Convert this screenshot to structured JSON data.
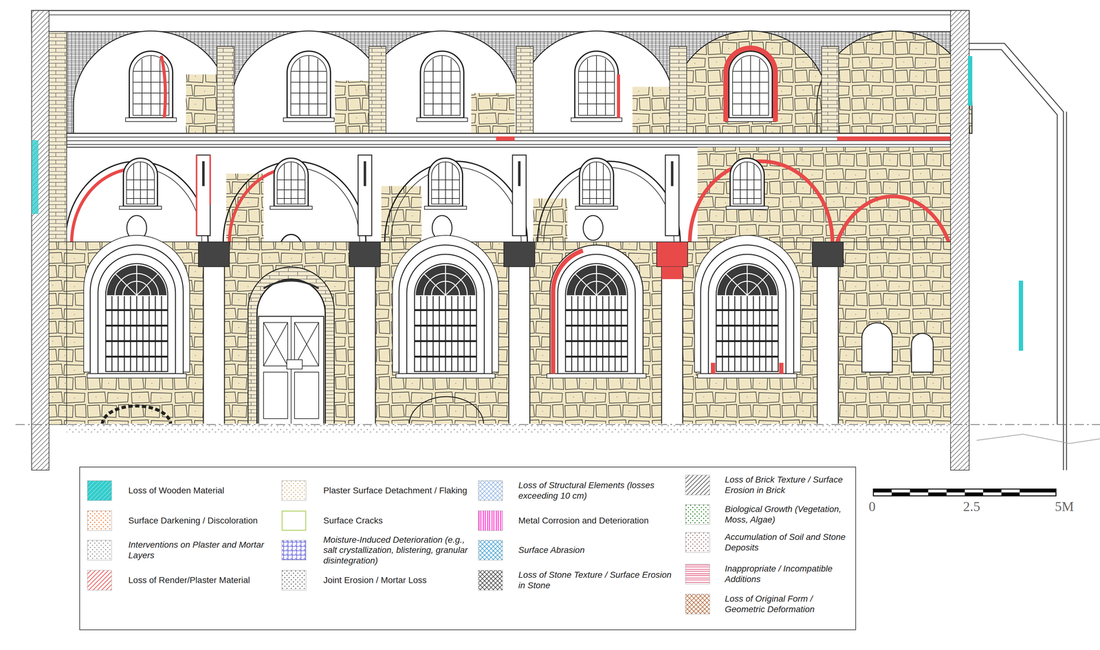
{
  "diagram": {
    "labels": [
      "0",
      "2.5",
      "5M"
    ],
    "legend": [
      {
        "text": "Loss of Wooden Material",
        "color": "#33cccc"
      },
      {
        "text": "Surface Darkening / Discoloration",
        "color": "#f07f3c"
      },
      {
        "text": "Interventions on Plaster and Mortar Layers",
        "color": "#9a9a9a"
      },
      {
        "text": "Loss of Render/Plaster Material",
        "color": "#e84a4a"
      },
      {
        "text": "Plaster Surface Detachment / Flaking",
        "color": "#d8b98a"
      },
      {
        "text": "Surface Cracks",
        "color": "#b5d36a"
      },
      {
        "text": "Moisture-Induced Deterioration (e.g., salt crystallization, blistering, granular disintegration)",
        "color": "#3a3ad8"
      },
      {
        "text": "Joint Erosion / Mortar Loss",
        "color": "#777777"
      },
      {
        "text": "Loss of Structural Elements (losses exceeding 10 cm)",
        "color": "#8ab0e0"
      },
      {
        "text": "Metal Corrosion and Deterioration",
        "color": "#ff33cc"
      },
      {
        "text": "Surface Abrasion",
        "color": "#3399cc"
      },
      {
        "text": "Loss of Stone Texture / Surface Erosion in Stone",
        "color": "#333333"
      },
      {
        "text": "Loss of Brick Texture / Surface Erosion in Brick",
        "color": "#555555"
      },
      {
        "text": "Biological Growth (Vegetation, Moss, Algae)",
        "color": "#3a8a3a"
      },
      {
        "text": "Accumulation of Soil and Stone Deposits",
        "color": "#a07f80"
      },
      {
        "text": "Inappropriate / Incompatible Additions",
        "color": "#e0507a"
      },
      {
        "text": "Loss of Original Form / Geometric Deformation",
        "color": "#b0602f"
      }
    ]
  }
}
